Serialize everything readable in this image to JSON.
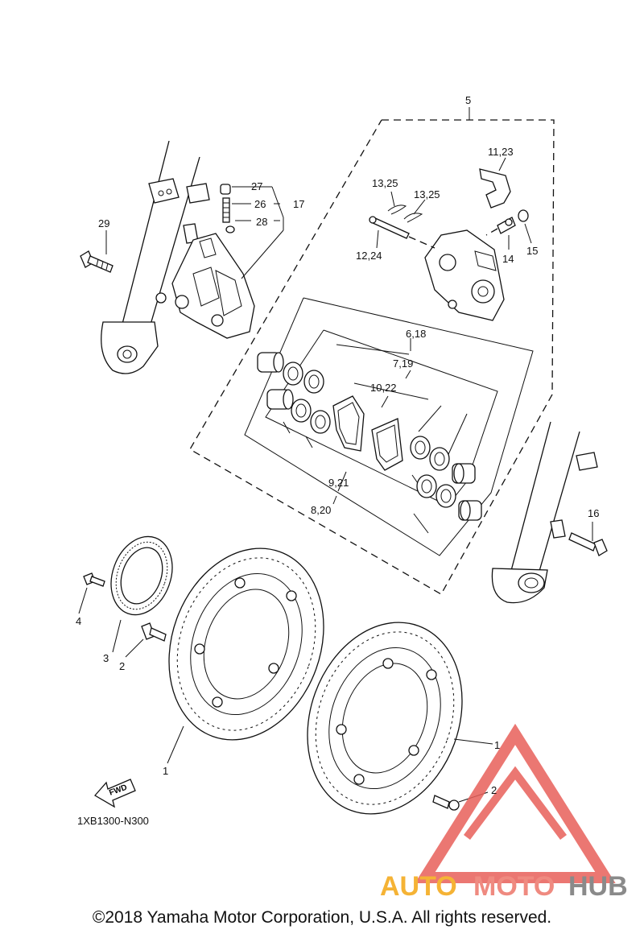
{
  "diagram": {
    "code": "1XB1300-N300",
    "fwd": "FWD",
    "callouts": {
      "c5": "5",
      "c11_23": "11,23",
      "c13_25a": "13,25",
      "c13_25b": "13,25",
      "c27": "27",
      "c26": "26",
      "c17": "17",
      "c28": "28",
      "c29": "29",
      "c12_24": "12,24",
      "c14": "14",
      "c15": "15",
      "c6_18": "6,18",
      "c7_19": "7,19",
      "c10_22": "10,22",
      "c9_21": "9,21",
      "c8_20": "8,20",
      "c16": "16",
      "c4": "4",
      "c3": "3",
      "c2a": "2",
      "c1a": "1",
      "c1b": "1",
      "c2b": "2"
    }
  },
  "watermark": {
    "part1": "AUTO",
    "part2": "MOTO",
    "part3": "HUB",
    "colors": {
      "auto": "#f5b335",
      "moto": "#ef8a80",
      "hub": "#8a8a8a",
      "logo": "#e8605a"
    }
  },
  "footer": {
    "copyright": "©2018 Yamaha Motor Corporation, U.S.A. All rights reserved."
  }
}
